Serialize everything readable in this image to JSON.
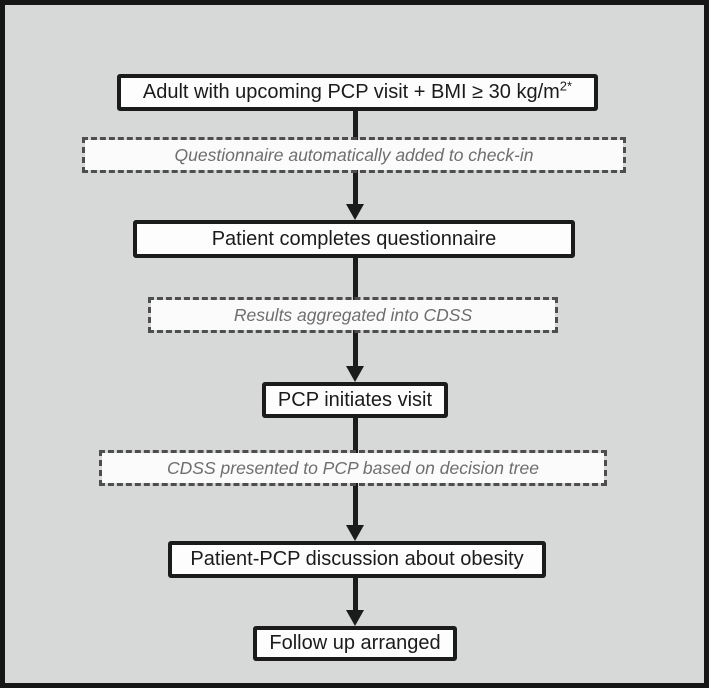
{
  "figure": {
    "type": "flowchart",
    "background_color": "#d7d9d9",
    "frame_border_color": "#161616",
    "step_fill_color": "#fdfdfd",
    "step_border_color": "#1b1b1b",
    "annotation_border_color": "#4e4e4e",
    "annotation_text_color": "#6e6e6e",
    "arrow_color": "#1b1b1b",
    "nodes": {
      "eligibility": {
        "kind": "step",
        "text_main": "Adult with upcoming PCP visit + BMI ≥ 30 kg/m",
        "text_sup": "2*"
      },
      "auto_checkin": {
        "kind": "annotation",
        "text": "Questionnaire automatically added to check-in"
      },
      "complete_questionnaire": {
        "kind": "step",
        "text": "Patient completes questionnaire"
      },
      "results_aggregated": {
        "kind": "annotation",
        "text": "Results aggregated into CDSS"
      },
      "pcp_initiates_visit": {
        "kind": "step",
        "text": "PCP initiates visit"
      },
      "cdss_presented": {
        "kind": "annotation",
        "text": "CDSS presented to PCP based on decision tree"
      },
      "discussion": {
        "kind": "step",
        "text": "Patient-PCP discussion about obesity"
      },
      "follow_up": {
        "kind": "step",
        "text": "Follow up arranged"
      }
    },
    "edges": [
      {
        "from": "eligibility",
        "to": "complete_questionnaire",
        "through": "auto_checkin"
      },
      {
        "from": "complete_questionnaire",
        "to": "pcp_initiates_visit",
        "through": "results_aggregated"
      },
      {
        "from": "pcp_initiates_visit",
        "to": "discussion",
        "through": "cdss_presented"
      },
      {
        "from": "discussion",
        "to": "follow_up"
      }
    ]
  }
}
